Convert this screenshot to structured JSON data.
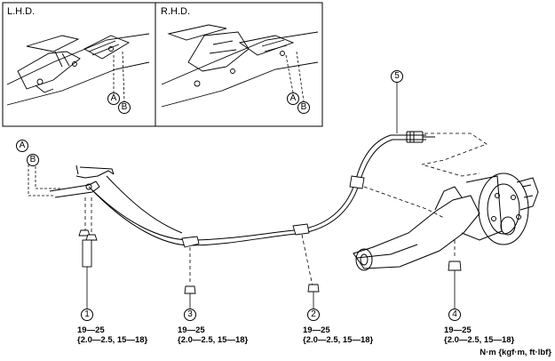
{
  "insets": {
    "left_title": "L.H.D.",
    "right_title": "R.H.D."
  },
  "refs": {
    "a": "A",
    "b": "B"
  },
  "callouts": {
    "c1": "1",
    "c2": "2",
    "c3": "3",
    "c4": "4",
    "c5": "5"
  },
  "torques": [
    {
      "line1": "19—25",
      "line2": "{2.0—2.5, 15—18}"
    },
    {
      "line1": "19—25",
      "line2": "{2.0—2.5, 15—18}"
    },
    {
      "line1": "19—25",
      "line2": "{2.0—2.5, 15—18}"
    },
    {
      "line1": "19—25",
      "line2": "{2.0—2.5, 15—18}"
    }
  ],
  "units": "N·m {kgf·m, ft·lbf}"
}
